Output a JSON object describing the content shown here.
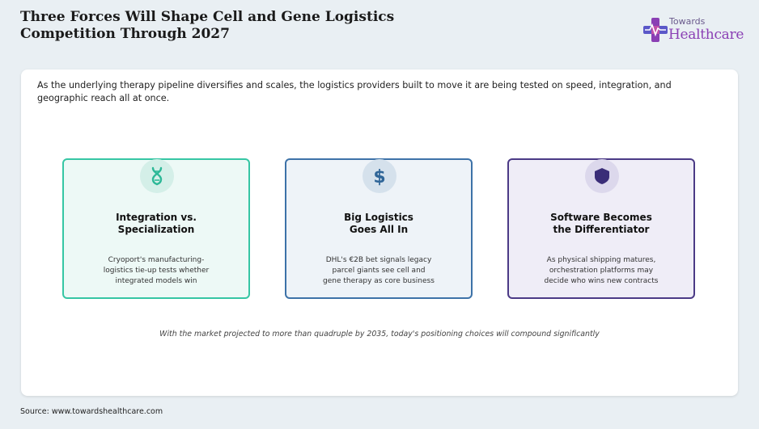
{
  "header": {
    "title_line1": "Three Forces Will Shape Cell and Gene Logistics",
    "title_line2": "Competition Through 2027"
  },
  "logo": {
    "top_text": "Towards",
    "main_text": "Healthcare",
    "icon": "medical-cross-icon",
    "brand_color": "#8a3fb4"
  },
  "intro": "As the underlying therapy pipeline diversifies and scales, the logistics providers built to move it are being tested on speed, integration, and geographic reach all at once.",
  "cards": [
    {
      "icon": "dna-icon",
      "title_line1": "Integration vs.",
      "title_line2": "Specialization",
      "body_line1": "Cryoport's manufacturing-",
      "body_line2": "logistics tie-up tests whether",
      "body_line3": "integrated models win",
      "accent": "#36c6a4"
    },
    {
      "icon": "dollar-icon",
      "title_line1": "Big Logistics",
      "title_line2": "Goes All In",
      "body_line1": "DHL's €2B bet signals legacy",
      "body_line2": "parcel giants see cell and",
      "body_line3": "gene therapy as core business",
      "accent": "#3d72a8"
    },
    {
      "icon": "shield-icon",
      "title_line1": "Software Becomes",
      "title_line2": "the Differentiator",
      "body_line1": "As physical shipping matures,",
      "body_line2": "orchestration platforms may",
      "body_line3": "decide who wins new contracts",
      "accent": "#4b3a86"
    }
  ],
  "footer_note": "With the market projected to more than quadruple by 2035, today's positioning choices will compound significantly",
  "source": "Source: www.towardshealthcare.com"
}
